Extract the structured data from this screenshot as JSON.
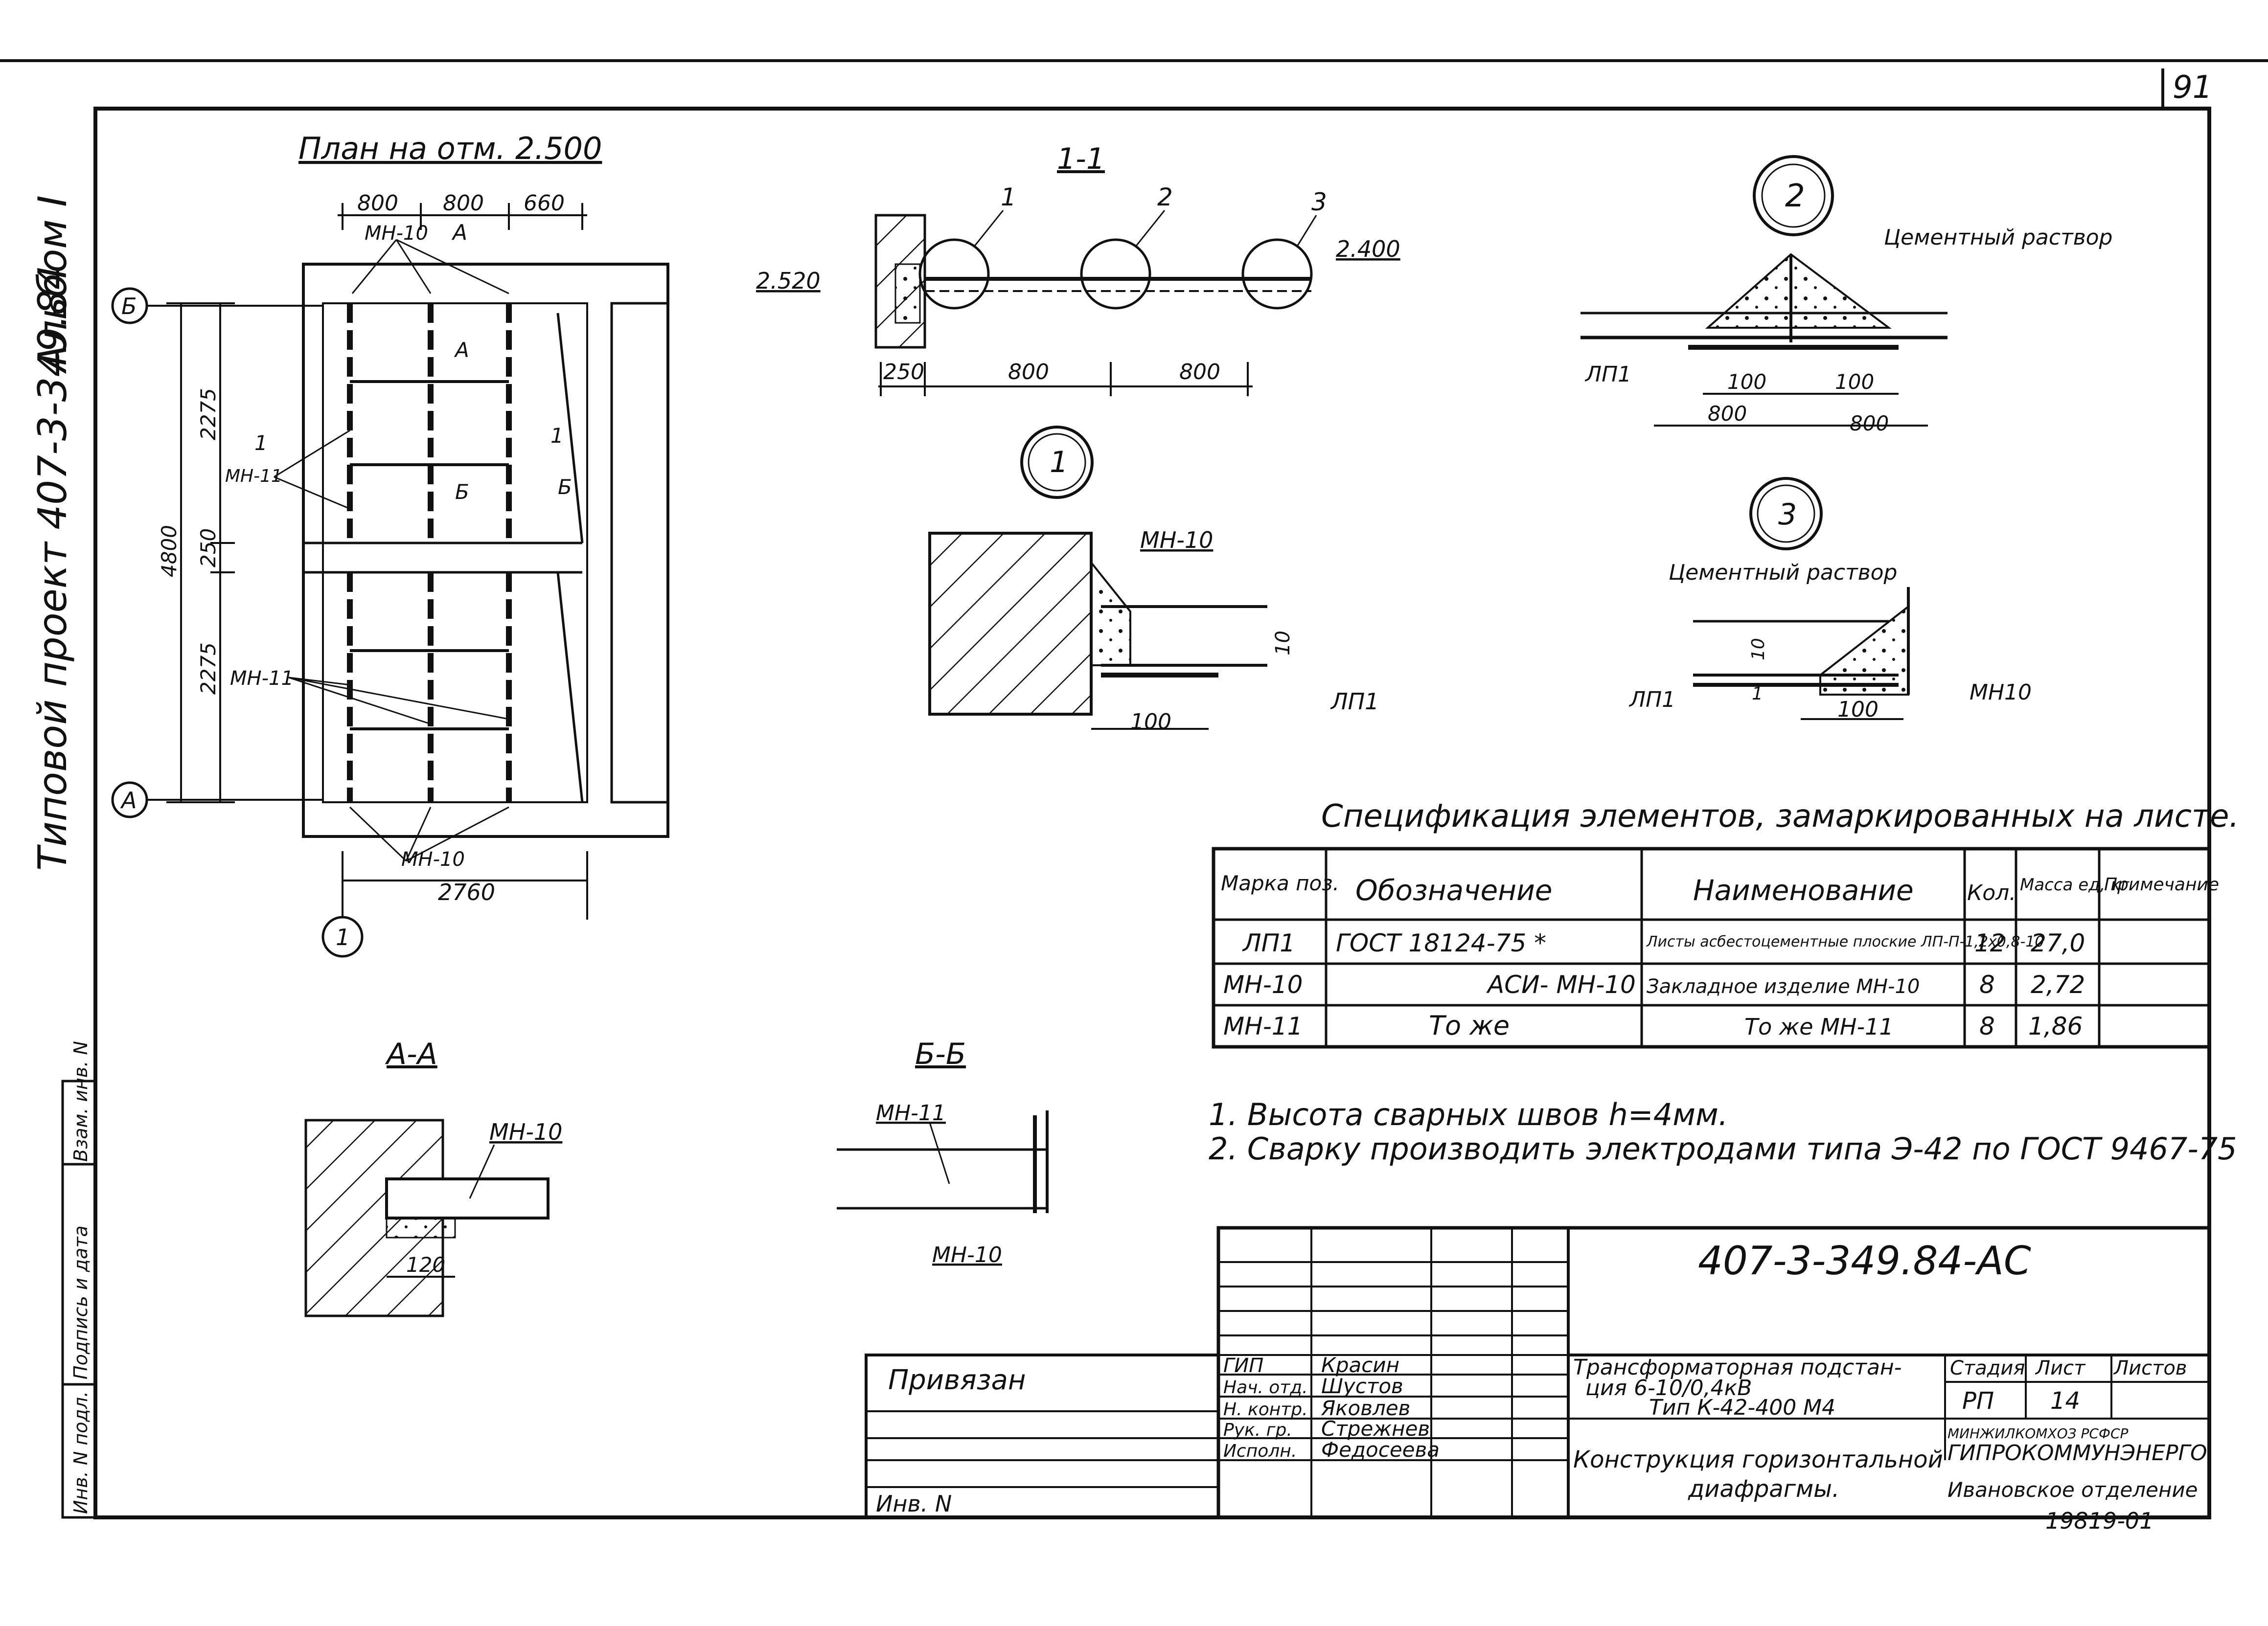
{
  "sheet_number": "91",
  "side_titles": {
    "project": "Типовой проект 407-3-349.84",
    "album": "Альбом I"
  },
  "left_stamp": [
    "Инв. N подл.",
    "Подпись и дата",
    "Взам. инв. N"
  ],
  "plan": {
    "title": "План на отм. 2.500",
    "dims_top": [
      "800",
      "800",
      "660"
    ],
    "dim_left_total": "4800",
    "dims_left": [
      "2275",
      "250",
      "2275"
    ],
    "dim_bottom": "2760",
    "axis_b": "Б",
    "axis_a": "А",
    "axis_1": "1",
    "labels": {
      "mn10_top": "МН-10",
      "mn11_mid": "МН-11",
      "mn11_low": "МН-11",
      "mn10_bottom": "МН-10",
      "cut_a": "А",
      "cut_1": "1",
      "cut_b": "Б"
    }
  },
  "section_11": {
    "title": "1-1",
    "mark_left": "2.520",
    "mark_right": "2.400",
    "callouts": [
      "1",
      "2",
      "3"
    ],
    "dims": [
      "250",
      "800",
      "800"
    ]
  },
  "node1": {
    "number": "1",
    "label_mn": "МН-10",
    "label_lp": "ЛП1",
    "dim_10": "10",
    "dim_100": "100"
  },
  "node2": {
    "number": "2",
    "label": "Цементный раствор",
    "label_lp": "ЛП1",
    "dims_small": [
      "100",
      "100"
    ],
    "dims_large": [
      "800",
      "800"
    ]
  },
  "node3": {
    "number": "3",
    "label": "Цементный раствор",
    "label_lp": "ЛП1",
    "label_mn": "МН10",
    "dim_10": "10",
    "dim_1": "1",
    "dim_100": "100"
  },
  "section_aa": {
    "title": "А-А",
    "label": "МН-10",
    "dim": "120"
  },
  "section_bb": {
    "title": "Б-Б",
    "label_top": "МН-11",
    "label_bottom": "МН-10"
  },
  "spec": {
    "title": "Спецификация элементов, замаркированных на листе.",
    "headers": [
      "Марка поз.",
      "Обозначение",
      "Наименование",
      "Кол.",
      "Масса ед, кг",
      "Примечание"
    ],
    "rows": [
      [
        "ЛП1",
        "ГОСТ 18124-75 *",
        "Листы асбестоцементные плоские  ЛП-П-1,2х0,8-10",
        "12",
        "27,0",
        ""
      ],
      [
        "МН-10",
        "АСИ- МН-10",
        "Закладное изделие МН-10",
        "8",
        "2,72",
        ""
      ],
      [
        "МН-11",
        "То же",
        "То же        МН-11",
        "8",
        "1,86",
        ""
      ]
    ]
  },
  "notes": [
    "1. Высота сварных швов h=4мм.",
    "2. Сварку производить электродами типа Э-42 по ГОСТ 9467-75"
  ],
  "title_block": {
    "code": "407-3-349.84-АС",
    "privyazan": "Привязан",
    "inv": "Инв. N",
    "roles": [
      "ГИП",
      "Нач. отд.",
      "Н. контр.",
      "Рук. гр.",
      "Исполн."
    ],
    "names": [
      "Красин",
      "Шустов",
      "Яковлев",
      "Стрежнев",
      "Федосеева"
    ],
    "object_title": [
      "Трансформаторная подстан-",
      "ция 6-10/0,4кВ",
      "Тип К-42-400 М4"
    ],
    "sheet_title": [
      "Конструкция горизонтальной",
      "диафрагмы."
    ],
    "stage_headers": [
      "Стадия",
      "Лист",
      "Листов"
    ],
    "stage_values": [
      "РП",
      "14",
      ""
    ],
    "org": [
      "МИНЖИЛКОМХОЗ РСФСР",
      "ГИПРОКОММУНЭНЕРГО",
      "Ивановское отделение"
    ],
    "footer_number": "19819-01"
  }
}
